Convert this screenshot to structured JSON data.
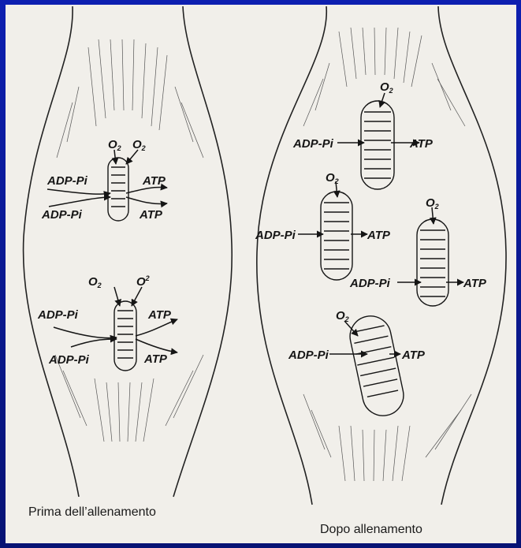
{
  "labels": {
    "adp": "ADP-Pi",
    "atp": "ATP",
    "o": "O",
    "sub2": "2",
    "sup2": "2"
  },
  "captions": {
    "before": "Prima dell’allenamento",
    "after": "Dopo allenamento"
  },
  "colors": {
    "background": "#0a1a9a",
    "paper": "#f1efea",
    "ink": "#151515"
  }
}
